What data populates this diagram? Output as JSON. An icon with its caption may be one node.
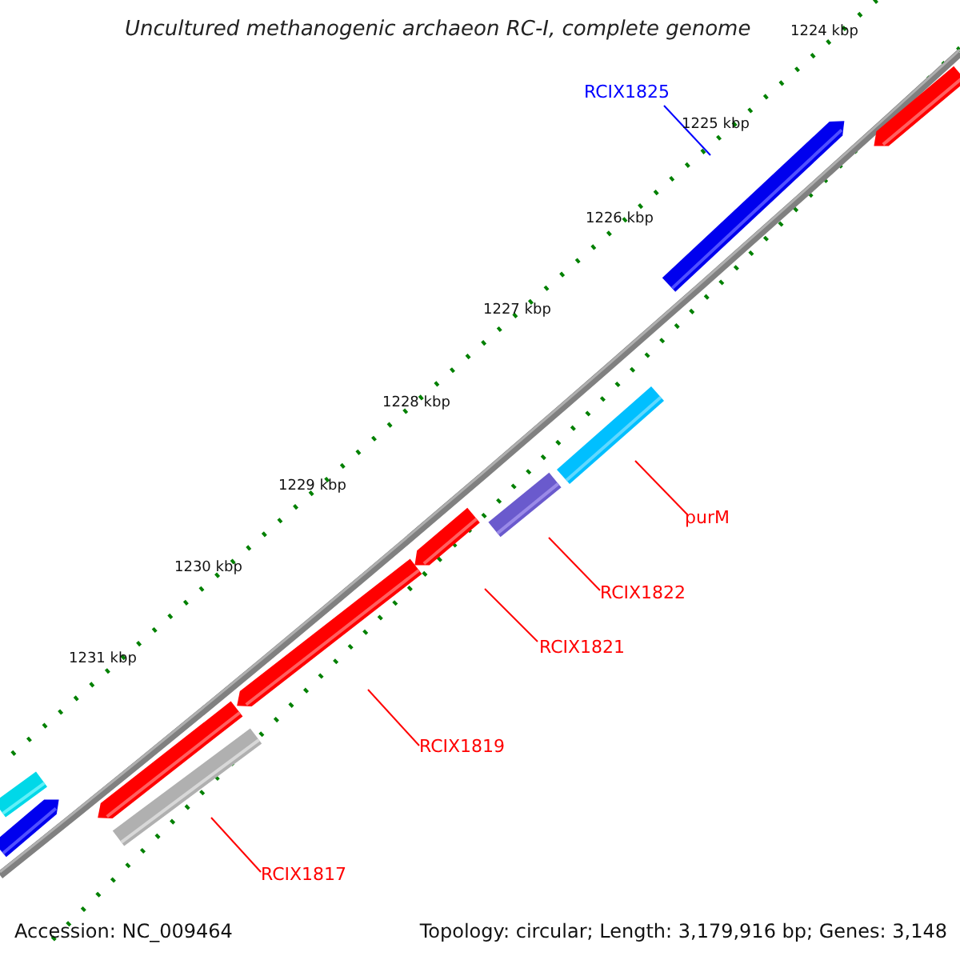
{
  "diagram": {
    "title": "Uncultured methanogenic archaeon RC-I, complete genome",
    "nodes": [
      {
        "text": [
          "RCIX1825"
        ]
      },
      {
        "text": [],
        "shape": "bar"
      },
      {
        "text": [
          "purM"
        ]
      },
      {
        "text": [],
        "shape": "bar"
      },
      {
        "text": [
          "RCIX1822"
        ]
      },
      {
        "text": [],
        "shape": "bar"
      },
      {
        "text": [
          "RCIX1821"
        ]
      },
      {
        "text": [],
        "shape": "bar"
      },
      {
        "text": [
          "RCIX1819"
        ]
      },
      {
        "text": [],
        "shape": "bar"
      },
      {
        "text": [
          "RCIX1817"
        ]
      },
      {
        "text": [],
        "shape": "bar"
      }
    ],
    "edges": [
      {
        "from": 0,
        "to": 1,
        "arrow": "none",
        "color": "#0000ff"
      },
      {
        "from": 2,
        "to": 3,
        "arrow": "none"
      },
      {
        "from": 4,
        "to": 5,
        "arrow": "none"
      },
      {
        "from": 6,
        "to": 7,
        "arrow": "none"
      },
      {
        "from": 8,
        "to": 9,
        "arrow": "none"
      },
      {
        "from": 10,
        "to": 11,
        "arrow": "none"
      }
    ],
    "labels": [
      "1224 kbp",
      "1225 kbp",
      "1226 kbp",
      "1227 kbp",
      "1228 kbp",
      "1229 kbp",
      "1230 kbp",
      "1231 kbp",
      "Accession: NC_009464",
      "Topology: circular; Length: 3,179,916 bp; Genes: 3,148"
    ]
  }
}
